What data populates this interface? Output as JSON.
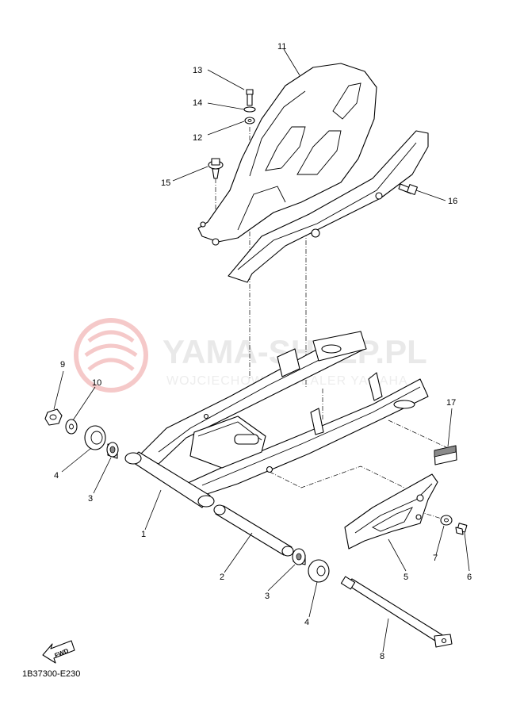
{
  "diagram": {
    "code": "1B37300-E230",
    "watermark": {
      "title": "YAMA-SHLEP.PL",
      "subtitle": "WOJCIECHOWSKI DEALER YAMAHA",
      "color": "#e9e9e9",
      "logo_color": "#f5c9c9"
    },
    "fwd_label": "FWD",
    "callouts": [
      {
        "id": "11",
        "label": "11"
      },
      {
        "id": "13",
        "label": "13"
      },
      {
        "id": "14",
        "label": "14"
      },
      {
        "id": "12",
        "label": "12"
      },
      {
        "id": "15",
        "label": "15"
      },
      {
        "id": "16",
        "label": "16"
      },
      {
        "id": "9",
        "label": "9"
      },
      {
        "id": "10",
        "label": "10"
      },
      {
        "id": "4a",
        "label": "4"
      },
      {
        "id": "3a",
        "label": "3"
      },
      {
        "id": "1",
        "label": "1"
      },
      {
        "id": "17",
        "label": "17"
      },
      {
        "id": "7",
        "label": "7"
      },
      {
        "id": "6",
        "label": "6"
      },
      {
        "id": "5",
        "label": "5"
      },
      {
        "id": "2",
        "label": "2"
      },
      {
        "id": "3b",
        "label": "3"
      },
      {
        "id": "4b",
        "label": "4"
      },
      {
        "id": "8",
        "label": "8"
      }
    ]
  }
}
